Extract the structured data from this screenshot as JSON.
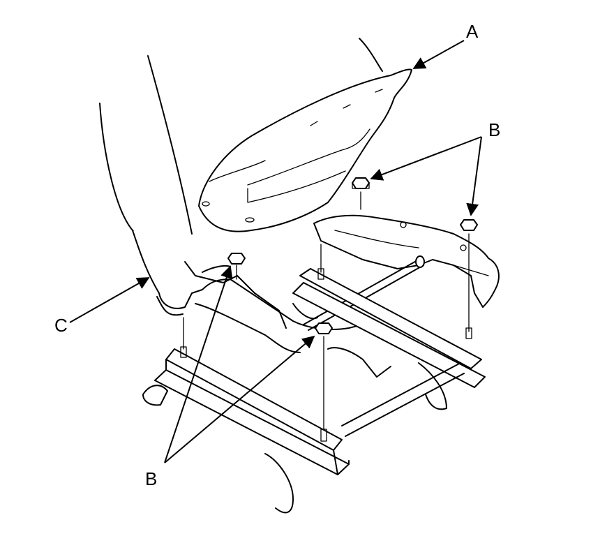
{
  "callouts": {
    "a": "A",
    "b_right": "B",
    "b_left": "B",
    "c": "C"
  },
  "colors": {
    "line": "#000000",
    "background": "#ffffff"
  }
}
